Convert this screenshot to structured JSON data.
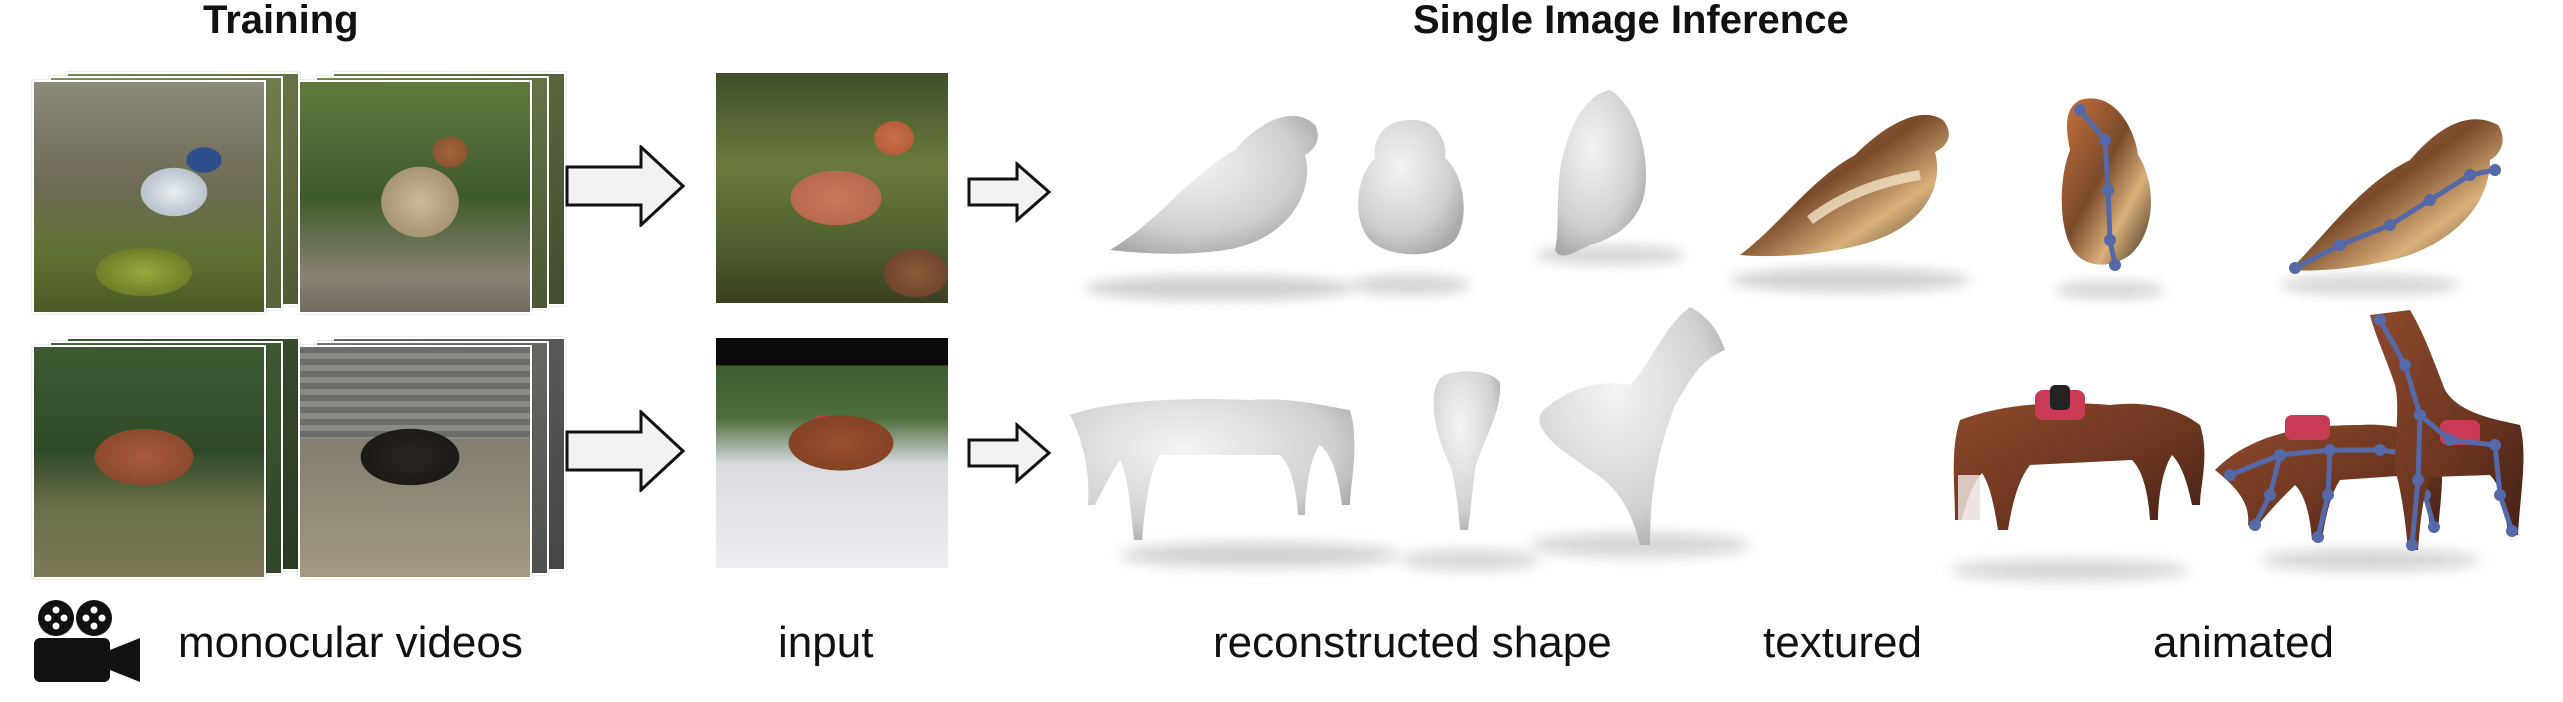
{
  "headings": {
    "training": "Training",
    "inference": "Single Image Inference"
  },
  "captions": {
    "monocular_videos": "monocular videos",
    "input": "input",
    "reconstructed_shape": "reconstructed shape",
    "textured": "textured",
    "animated": "animated"
  },
  "icons": {
    "video_camera": "video-camera-icon"
  }
}
